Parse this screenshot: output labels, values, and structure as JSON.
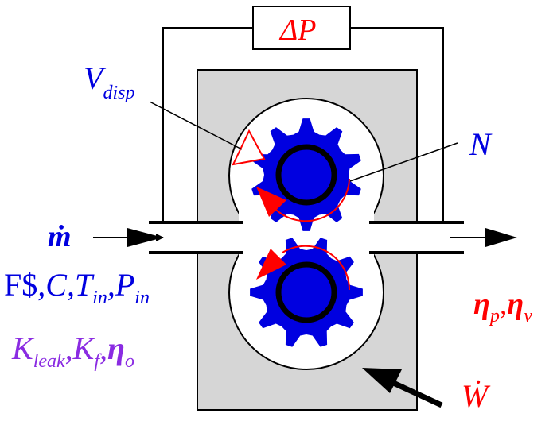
{
  "labels": {
    "delta_p": {
      "main": "ΔP"
    },
    "v_disp": {
      "main": "V",
      "sub": "disp"
    },
    "speed": {
      "main": "N"
    },
    "mass_flow": {
      "main": "ṁ"
    },
    "inlet": {
      "f": "F$",
      "c": "C",
      "t": "T",
      "t_sub": "in",
      "p": "P",
      "p_sub": "in",
      "comma": ","
    },
    "coeffs": {
      "k1": "K",
      "k1_sub": "leak",
      "k2": "K",
      "k2_sub": "f",
      "eta": "η",
      "eta_sub": "o",
      "comma": ","
    },
    "efficiency": {
      "eta1": "η",
      "eta1_sub": "p",
      "eta2": "η",
      "eta2_sub": "v",
      "comma": ","
    },
    "power": {
      "main": "Ẇ"
    }
  },
  "colors": {
    "blue": "#0000e0",
    "red": "#ff0000",
    "purple": "#8a2be2",
    "housing": "#d6d6d6"
  },
  "gears": {
    "teeth": 10
  }
}
